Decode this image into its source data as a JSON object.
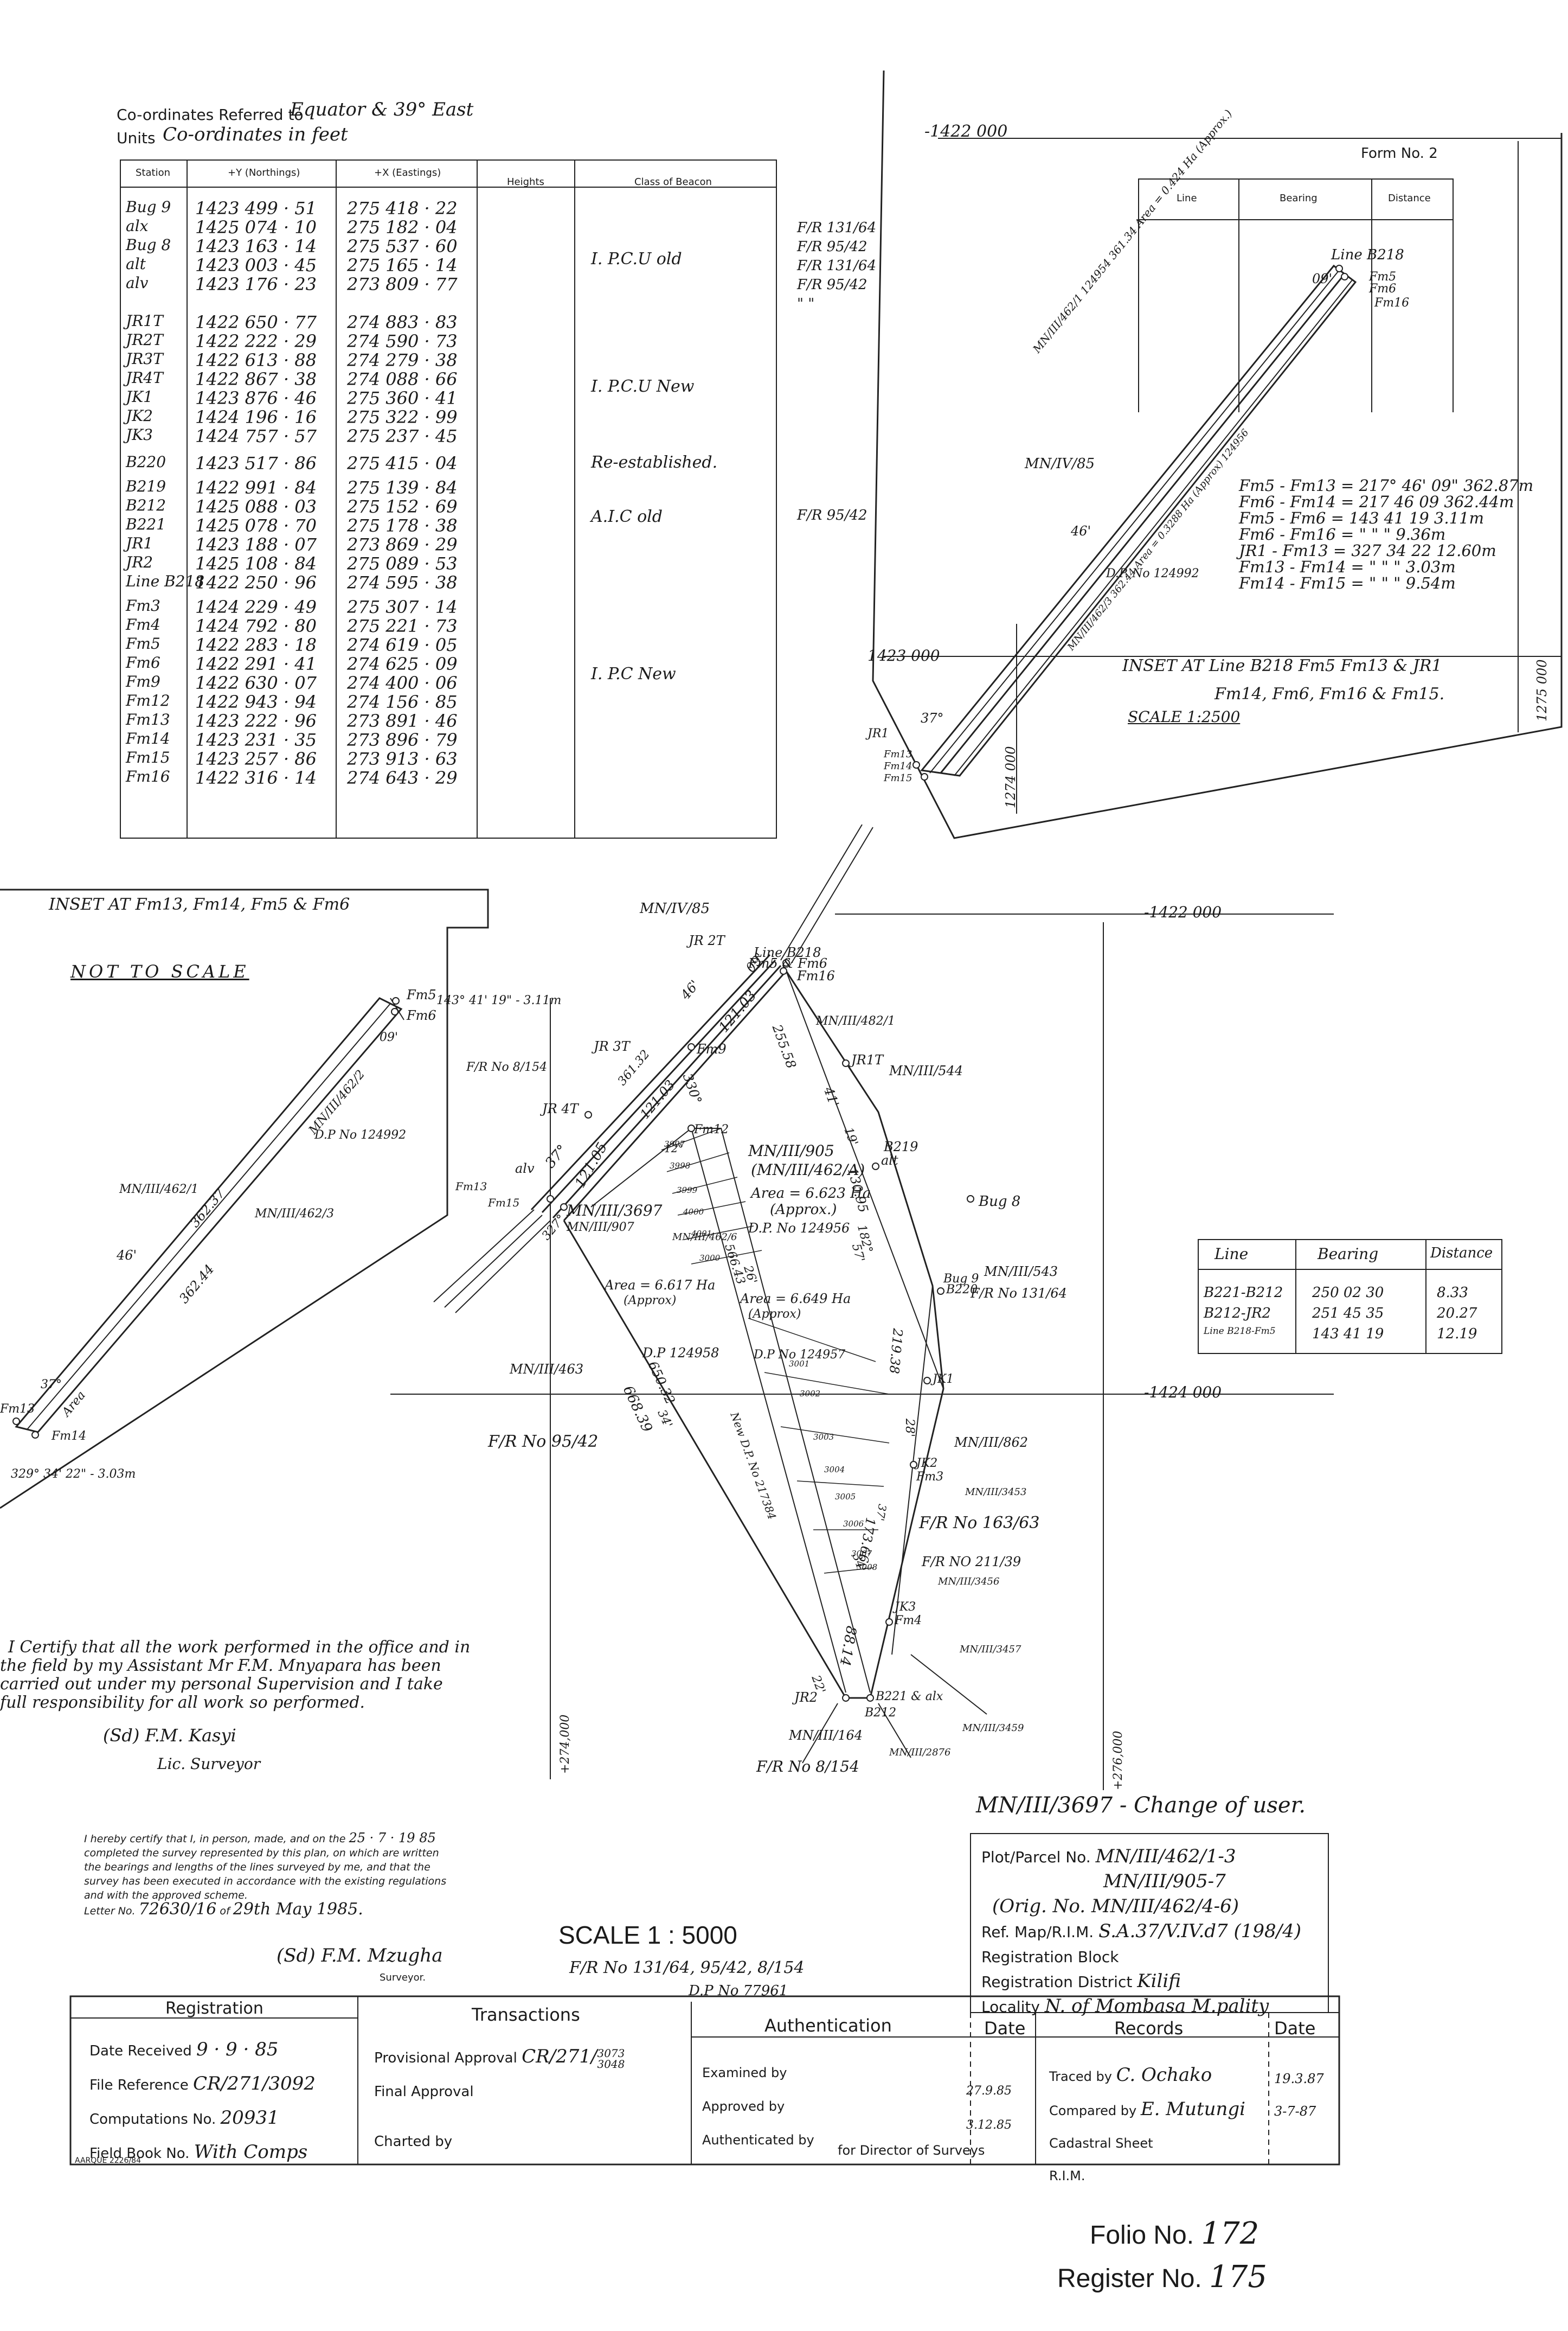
{
  "header": {
    "coords_ref_label": "Co-ordinates Referred to",
    "coords_ref_value": "Equator & 39° East",
    "units_label": "Units",
    "units_value": "Co-ordinates in feet"
  },
  "coordinates_table": {
    "headers": [
      "Station",
      "+Y (Northings)",
      "+X (Eastings)",
      "Heights",
      "Class of Beacon"
    ],
    "groups": [
      {
        "rows": [
          [
            "Bug 9",
            "1423 499 · 51",
            "275 418 · 22"
          ],
          [
            "alx",
            "1425 074 · 10",
            "275 182 · 04"
          ],
          [
            "Bug 8",
            "1423 163 · 14",
            "275 537 · 60"
          ],
          [
            "alt",
            "1423 003 · 45",
            "275 165 · 14"
          ],
          [
            "alv",
            "1423 176 · 23",
            "273 809 · 77"
          ]
        ],
        "class": "I. P.C.U      old",
        "refs": [
          "F/R 131/64",
          "F/R 95/42",
          "F/R 131/64",
          "F/R 95/42",
          "\"    \""
        ]
      },
      {
        "rows": [
          [
            "JR1T",
            "1422 650 · 77",
            "274 883 · 83"
          ],
          [
            "JR2T",
            "1422 222 · 29",
            "274 590 · 73"
          ],
          [
            "JR3T",
            "1422 613 · 88",
            "274 279 · 38"
          ],
          [
            "JR4T",
            "1422 867 · 38",
            "274 088 · 66"
          ],
          [
            "JK1",
            "1423 876 · 46",
            "275 360 · 41"
          ],
          [
            "JK2",
            "1424 196 · 16",
            "275 322 · 99"
          ],
          [
            "JK3",
            "1424 757 · 57",
            "275 237 · 45"
          ]
        ],
        "class": "I. P.C.U      New",
        "refs": []
      },
      {
        "rows": [
          [
            "B220",
            "1423 517 · 86",
            "275 415 · 04"
          ]
        ],
        "class": "Re-established.",
        "refs": []
      },
      {
        "rows": [
          [
            "B219",
            "1422 991 · 84",
            "275 139 · 84"
          ],
          [
            "B212",
            "1425 088 · 03",
            "275 152 · 69"
          ],
          [
            "B221",
            "1425 078 · 70",
            "275 178 · 38"
          ],
          [
            "JR1",
            "1423 188 · 07",
            "273 869 · 29"
          ],
          [
            "JR2",
            "1425 108 · 84",
            "275 089 · 53"
          ],
          [
            "Line B218",
            "1422 250 · 96",
            "274 595 · 38"
          ]
        ],
        "class": "A.I.C      old",
        "refs": [
          "F/R 95/42"
        ]
      },
      {
        "rows": [
          [
            "Fm3",
            "1424 229 · 49",
            "275 307 · 14"
          ],
          [
            "Fm4",
            "1424 792 · 80",
            "275 221 · 73"
          ],
          [
            "Fm5",
            "1422 283 · 18",
            "274 619 · 05"
          ],
          [
            "Fm6",
            "1422 291 · 41",
            "274 625 · 09"
          ],
          [
            "Fm9",
            "1422 630 · 07",
            "274 400 · 06"
          ],
          [
            "Fm12",
            "1422 943 · 94",
            "274 156 · 85"
          ],
          [
            "Fm13",
            "1423 222 · 96",
            "273 891 · 46"
          ],
          [
            "Fm14",
            "1423 231 · 35",
            "273 896 · 79"
          ],
          [
            "Fm15",
            "1423 257 · 86",
            "273 913 · 63"
          ],
          [
            "Fm16",
            "1422 316 · 14",
            "274 643 · 29"
          ]
        ],
        "class": "I. P.C      New",
        "refs": []
      }
    ]
  },
  "form_box": {
    "grid_northing_top": "-1422 000",
    "form_no": "Form No. 2",
    "headers": [
      "Line",
      "Bearing",
      "Distance"
    ],
    "grid_northing_bottom": "1423 000",
    "grid_easting_left": "1274 000",
    "grid_easting_right": "1275 000",
    "parcel_label": "MN/IV/85",
    "line_b218_label": "Line B218",
    "fm5": "Fm5",
    "fm6": "Fm6",
    "fm16": "Fm16",
    "jr1": "JR1",
    "fm13": "Fm13",
    "fm14": "Fm14",
    "fm15": "Fm15",
    "dim_46": "46'",
    "dim_09": "09'",
    "dim_37": "37°",
    "strip_text_1": "MN/III/462/1  124954  361.34  Area = 0.424 Ha (Approx.)",
    "strip_text_2": "MN/III/462/3  362.44  Area = 0.3288 Ha (Approx)  124956",
    "dp_label": "D.P. No 124992",
    "bearings": [
      "Fm5 - Fm13 = 217° 46' 09\"   362.87m",
      "Fm6 - Fm14 = 217  46  09   362.44m",
      "Fm5 - Fm6 = 143  41  19     3.11m",
      "Fm6 - Fm16 = \"   \"   \"     9.36m",
      "JR1 - Fm13 = 327  34  22   12.60m",
      "Fm13 - Fm14 = \"   \"   \"     3.03m",
      "Fm14 - Fm15 = \"   \"   \"     9.54m"
    ],
    "inset_title": "INSET  AT  Line B218  Fm5  Fm13 & JR1",
    "inset_title_2": "Fm14, Fm6, Fm16 & Fm15.",
    "scale": "SCALE  1:2500"
  },
  "left_inset": {
    "title": "INSET  AT  Fm13, Fm14, Fm5 & Fm6",
    "subtitle": "NOT   TO   SCALE",
    "fm5": "Fm5",
    "fm6": "Fm6",
    "fm13": "Fm13",
    "fm14": "Fm14",
    "bearing_top": "143° 41' 19\" - 3.11m",
    "bearing_bottom": "329° 34' 22\" - 3.03m",
    "parcel_1": "MN/III/462/2",
    "parcel_2": "MN/III/462/1",
    "parcel_3": "MN/III/462/3",
    "dp": "D.P No 124992",
    "dist_1": "362.37",
    "dist_2": "362.44",
    "dim_46": "46'",
    "dim_09": "09'",
    "dim_37": "37°",
    "area": "Area"
  },
  "main_plan": {
    "parcel_top": "MN/IV/85",
    "grid_1422": "-1422 000",
    "grid_1424": "-1424 000",
    "grid_274": "+274,000",
    "grid_276": "+276,000",
    "stations": {
      "jr2t": "JR 2T",
      "line_b218": "Line B218",
      "fm5_fm6": "Fm5 & Fm6",
      "fm16": "Fm16",
      "jr3t": "JR 3T",
      "fm9": "Fm9",
      "jr4t": "JR 4T",
      "alv": "alv",
      "fm13": "Fm13",
      "fm15": "Fm15",
      "fm12": "Fm12",
      "jr1t": "JR1T",
      "b219": "B219",
      "alt": "alt",
      "bug8": "Bug 8",
      "bug9": "Bug 9",
      "b220": "B220",
      "jk1": "JK1",
      "jk2": "JK2",
      "fm3": "Fm3",
      "jk3": "JK3",
      "fm4": "Fm4",
      "jr2": "JR2",
      "b212": "B212",
      "b221": "B221 & alx"
    },
    "parcels": {
      "mn_iii_482_1": "MN/III/482/1",
      "mn_iii_544": "MN/III/544",
      "mn_iii_543": "MN/III/543",
      "mn_iii_862": "MN/III/862",
      "mn_iii_3453": "MN/III/3453",
      "mn_iii_3456": "MN/III/3456",
      "mn_iii_3457": "MN/III/3457",
      "mn_iii_3459": "MN/III/3459",
      "mn_iii_2876": "MN/III/2876",
      "mn_iii_164": "MN/III/164",
      "mn_iii_463": "MN/III/463",
      "mn_iii_905": "MN/III/905",
      "mn_iii_462_4": "(MN/III/462/A)",
      "mn_iii_3697": "MN/III/3697",
      "mn_iii_907": "MN/III/907",
      "mn_iii_462_6": "MN/III/462/6"
    },
    "areas": {
      "a1": "Area = 6.623 Ha",
      "a1_note": "(Approx.)",
      "a1_dp": "D.P. No 124956",
      "a2": "Area = 6.617 Ha",
      "a2_note": "(Approx)",
      "a3": "Area = 6.649 Ha",
      "a3_note": "(Approx)",
      "dp_124958": "D.P 124958",
      "dp_124957": "D.P No 124957",
      "new_dp": "New D.P. No 217384"
    },
    "refs": {
      "fr_8_154_top": "F/R No 8/154",
      "fr_131_64": "F/R No 131/64",
      "fr_95_42": "F/R          No 95/42",
      "fr_163_63": "F/R No 163/63",
      "fr_211_39": "F/R NO 211/39",
      "fr_8_154_bottom": "F/R No 8/154"
    },
    "dims": {
      "d46": "46'",
      "d09": "09'",
      "d37": "37°",
      "d121_03a": "121.03",
      "d121_03b": "121.03",
      "d330": "330°",
      "d361_32": "361.32",
      "d121_05": "121.05",
      "d327": "327°",
      "d12": "12°",
      "d255_58": "255.58",
      "d41": "41'",
      "d19": "19'",
      "d130_95": "130.95",
      "d57": "57'",
      "d182": "182°",
      "d219_38": "219.38",
      "d28": "28'",
      "d173_66": "173.66",
      "d37b": "37'",
      "d34": "34'",
      "d88_14": "88.14",
      "d22": "22'",
      "d650_32": "650.32",
      "d668_39": "668.39",
      "d34b": "34'",
      "d566_43": "566.43",
      "d26": "26'"
    },
    "subdivisions": [
      "3997",
      "3998",
      "3999",
      "4000",
      "4001",
      "3000",
      "3001",
      "3002",
      "3003",
      "3004",
      "3005",
      "3006",
      "3007",
      "3008"
    ]
  },
  "line_table": {
    "headers": [
      "Line",
      "Bearing",
      "Distance"
    ],
    "rows": [
      [
        "B221-B212",
        "250  02  30",
        "8.33"
      ],
      [
        "B212-JR2",
        "251  45  35",
        "20.27"
      ],
      [
        "Line B218-Fm5",
        "143  41  19",
        "12.19"
      ]
    ]
  },
  "certificate": {
    "text_1": "I Certify that all the work performed in the office and in",
    "text_2": "the field by my Assistant Mr F.M. Mnyapara has been",
    "text_3": "carried out under my personal Supervision and I take",
    "text_4": "full responsibility for all work so performed.",
    "signature": "(Sd) F.M. Kasyi",
    "title": "Lic. Surveyor"
  },
  "survey_cert": {
    "line_1": "I hereby certify that I, in person, made, and on the",
    "date_1": "25 · 7 · 19 85",
    "line_2": "completed the survey represented by this plan, on which are written",
    "line_3": "the bearings and lengths of the lines surveyed by me, and that the",
    "line_4": "survey has been executed in accordance with the existing regulations",
    "line_5": "and with the approved scheme.",
    "letter_label": "Letter No.",
    "letter_no": "72630/16",
    "of_label": "of",
    "letter_date": "29th May 1985.",
    "signature": "(Sd) F.M. Mzugha",
    "surveyor_label": "Surveyor."
  },
  "scale": {
    "label": "SCALE  1 : 5000",
    "fr_refs": "F/R No 131/64,  95/42,  8/154",
    "dp_ref": "D.P No 77961"
  },
  "parcel_box": {
    "title": "MN/III/3697 - Change of user.",
    "plot_label": "Plot/Parcel No.",
    "plot_value": "MN/III/462/1-3",
    "plot_value_2": "MN/III/905-7",
    "plot_value_3": "(Orig. No. MN/III/462/4-6)",
    "ref_label": "Ref. Map/R.I.M.",
    "ref_value": "S.A.37/V.IV.d7 (198/4)",
    "block_label": "Registration Block",
    "block_value": "",
    "district_label": "Registration District",
    "district_value": "Kilifi",
    "locality_label": "Locality",
    "locality_value": "N. of Mombasa M.pality"
  },
  "bottom_table": {
    "registration_header": "Registration",
    "date_received_label": "Date Received",
    "date_received": "9 · 9 · 85",
    "file_ref_label": "File Reference",
    "file_ref": "CR/271/3092",
    "computations_label": "Computations No.",
    "computations": "20931",
    "field_book_label": "Field Book No.",
    "field_book": "With Comps",
    "transactions_header": "Transactions",
    "provisional_label": "Provisional Approval",
    "provisional_value": "CR/271/",
    "provisional_value_2": "3073",
    "provisional_value_3": "3048",
    "final_label": "Final Approval",
    "charted_label": "Charted by",
    "authentication_header": "Authentication",
    "date_header": "Date",
    "examined_label": "Examined by",
    "approved_label": "Approved by",
    "approved_date": "27.9.85",
    "authenticated_label": "Authenticated by",
    "authenticated_date": "3.12.85",
    "director_label": "for Director of Surveys",
    "records_header": "Records",
    "records_date_header": "Date",
    "traced_label": "Traced by",
    "traced_value": "C. Ochako",
    "traced_date": "19.3.87",
    "compared_label": "Compared by",
    "compared_value": "E. Mutungi",
    "compared_date": "3-7-87",
    "cadastral_label": "Cadastral Sheet",
    "rim_label": "R.I.M.",
    "form_code": "AARQUE 2226/84"
  },
  "folio": {
    "folio_label": "Folio No.",
    "folio_value": "172",
    "register_label": "Register No.",
    "register_value": "175"
  }
}
